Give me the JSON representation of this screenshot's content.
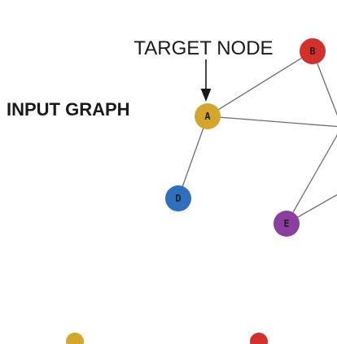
{
  "title": "INPUT GRAPH",
  "annotation": "TARGET NODE",
  "nodes": [
    {
      "id": "A",
      "label": "A",
      "color": "#d4a72c"
    },
    {
      "id": "B",
      "label": "B",
      "color": "#d3302c"
    },
    {
      "id": "C",
      "label": "",
      "color": "#2a9d4a"
    },
    {
      "id": "D",
      "label": "D",
      "color": "#2f6fc0"
    },
    {
      "id": "E",
      "label": "E",
      "color": "#8a3fa0"
    },
    {
      "id": "bottom-left",
      "label": "",
      "color": "#d4a72c"
    },
    {
      "id": "bottom-right",
      "label": "",
      "color": "#d3302c"
    }
  ],
  "edges": [
    [
      "A",
      "B"
    ],
    [
      "A",
      "C"
    ],
    [
      "A",
      "D"
    ],
    [
      "B",
      "C"
    ],
    [
      "E",
      "C"
    ],
    [
      "E",
      "right"
    ]
  ],
  "target_node": "A"
}
